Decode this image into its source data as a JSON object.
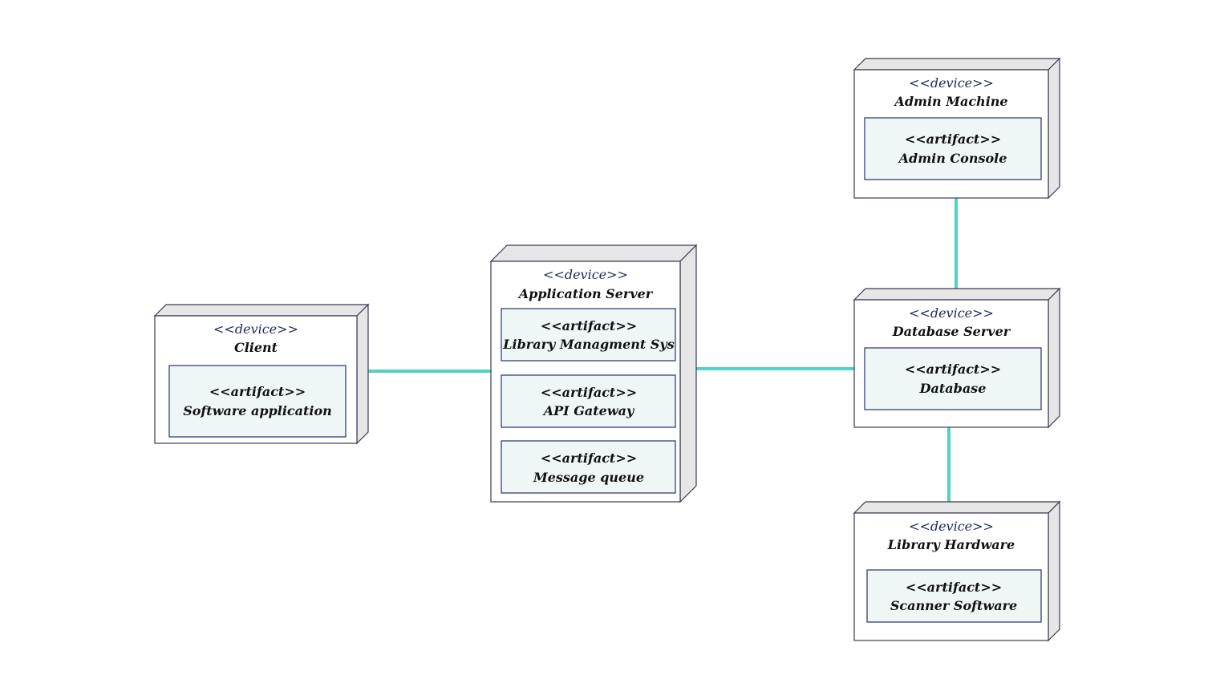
{
  "colors": {
    "connector": "#4fd1c5",
    "artifact_fill": "#eef7f6",
    "artifact_stroke": "#2b2f66"
  },
  "nodes": {
    "client": {
      "stereotype": "<<device>>",
      "name": "Client",
      "artifacts": [
        {
          "stereotype": "<<artifact>>",
          "name": "Software application"
        }
      ]
    },
    "app_server": {
      "stereotype": "<<device>>",
      "name": "Application Server",
      "artifacts": [
        {
          "stereotype": "<<artifact>>",
          "name": "Library Managment Sys"
        },
        {
          "stereotype": "<<artifact>>",
          "name": "API Gateway"
        },
        {
          "stereotype": "<<artifact>>",
          "name": "Message queue"
        }
      ]
    },
    "admin_machine": {
      "stereotype": "<<device>>",
      "name": "Admin Machine",
      "artifacts": [
        {
          "stereotype": "<<artifact>>",
          "name": "Admin Console"
        }
      ]
    },
    "db_server": {
      "stereotype": "<<device>>",
      "name": "Database Server",
      "artifacts": [
        {
          "stereotype": "<<artifact>>",
          "name": "Database"
        }
      ]
    },
    "library_hardware": {
      "stereotype": "<<device>>",
      "name": "Library Hardware",
      "artifacts": [
        {
          "stereotype": "<<artifact>>",
          "name": "Scanner Software"
        }
      ]
    }
  }
}
